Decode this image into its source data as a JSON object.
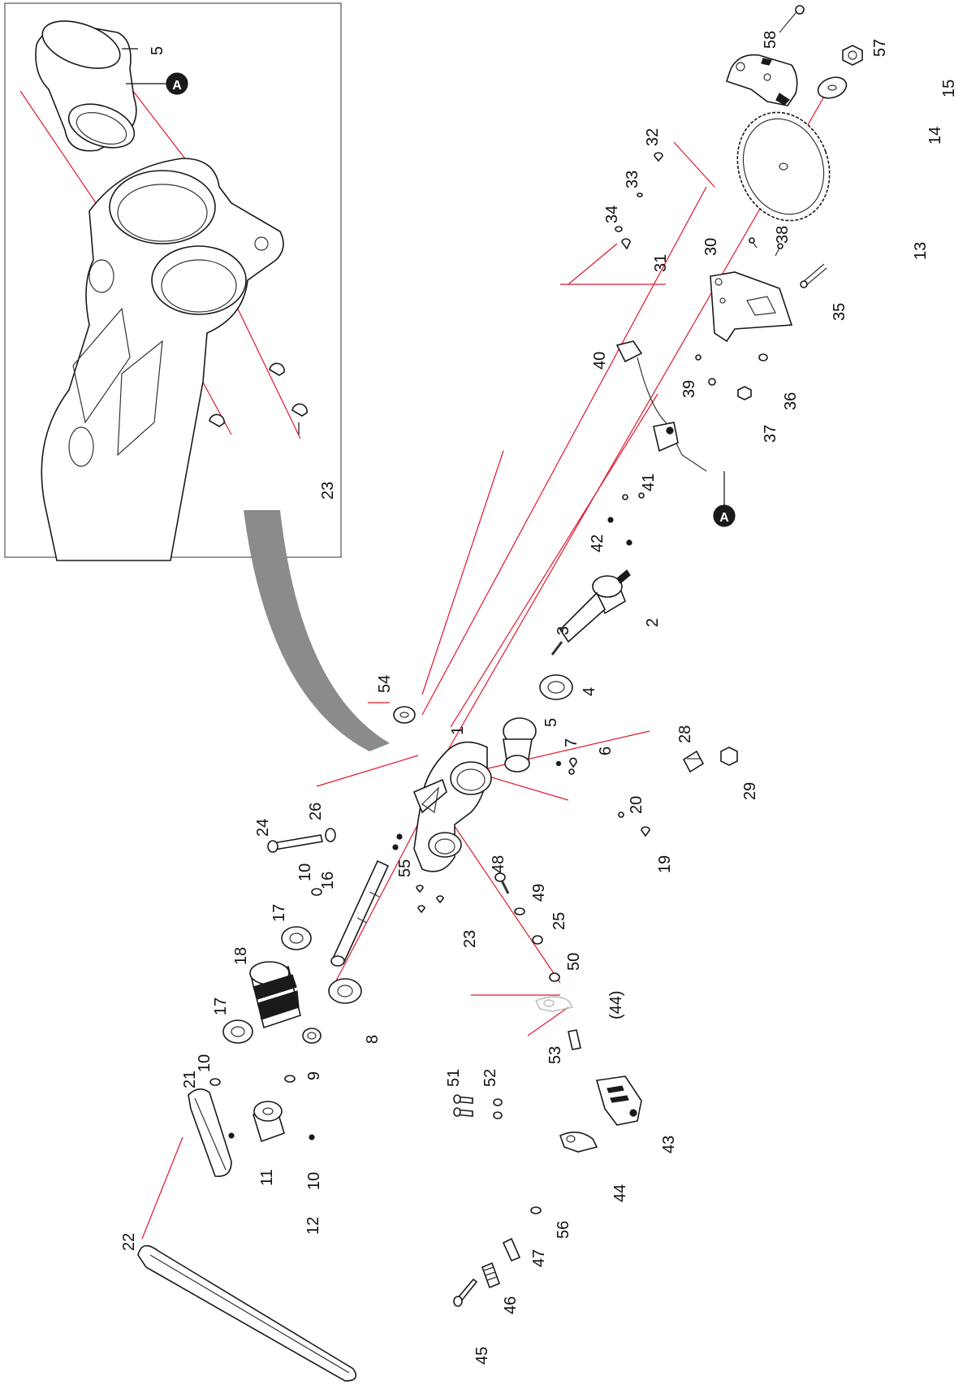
{
  "inset": {
    "callout": "A",
    "labels": [
      "5",
      "23"
    ]
  },
  "callout_main": "A",
  "parts": [
    "1",
    "2",
    "3",
    "4",
    "5",
    "6",
    "7",
    "8",
    "9",
    "10",
    "10",
    "10",
    "11",
    "12",
    "13",
    "14",
    "15",
    "16",
    "17",
    "17",
    "18",
    "19",
    "20",
    "21",
    "22",
    "23",
    "24",
    "25",
    "26",
    "28",
    "29",
    "30",
    "31",
    "32",
    "33",
    "34",
    "35",
    "36",
    "37",
    "38",
    "39",
    "40",
    "41",
    "42",
    "43",
    "(44)",
    "44",
    "45",
    "46",
    "47",
    "48",
    "49",
    "50",
    "51",
    "52",
    "53",
    "54",
    "55",
    "56",
    "57",
    "58"
  ],
  "colors": {
    "guide_line": "#e0182d",
    "arrow": "#8a8b8d",
    "ink": "#1a1a1a"
  }
}
